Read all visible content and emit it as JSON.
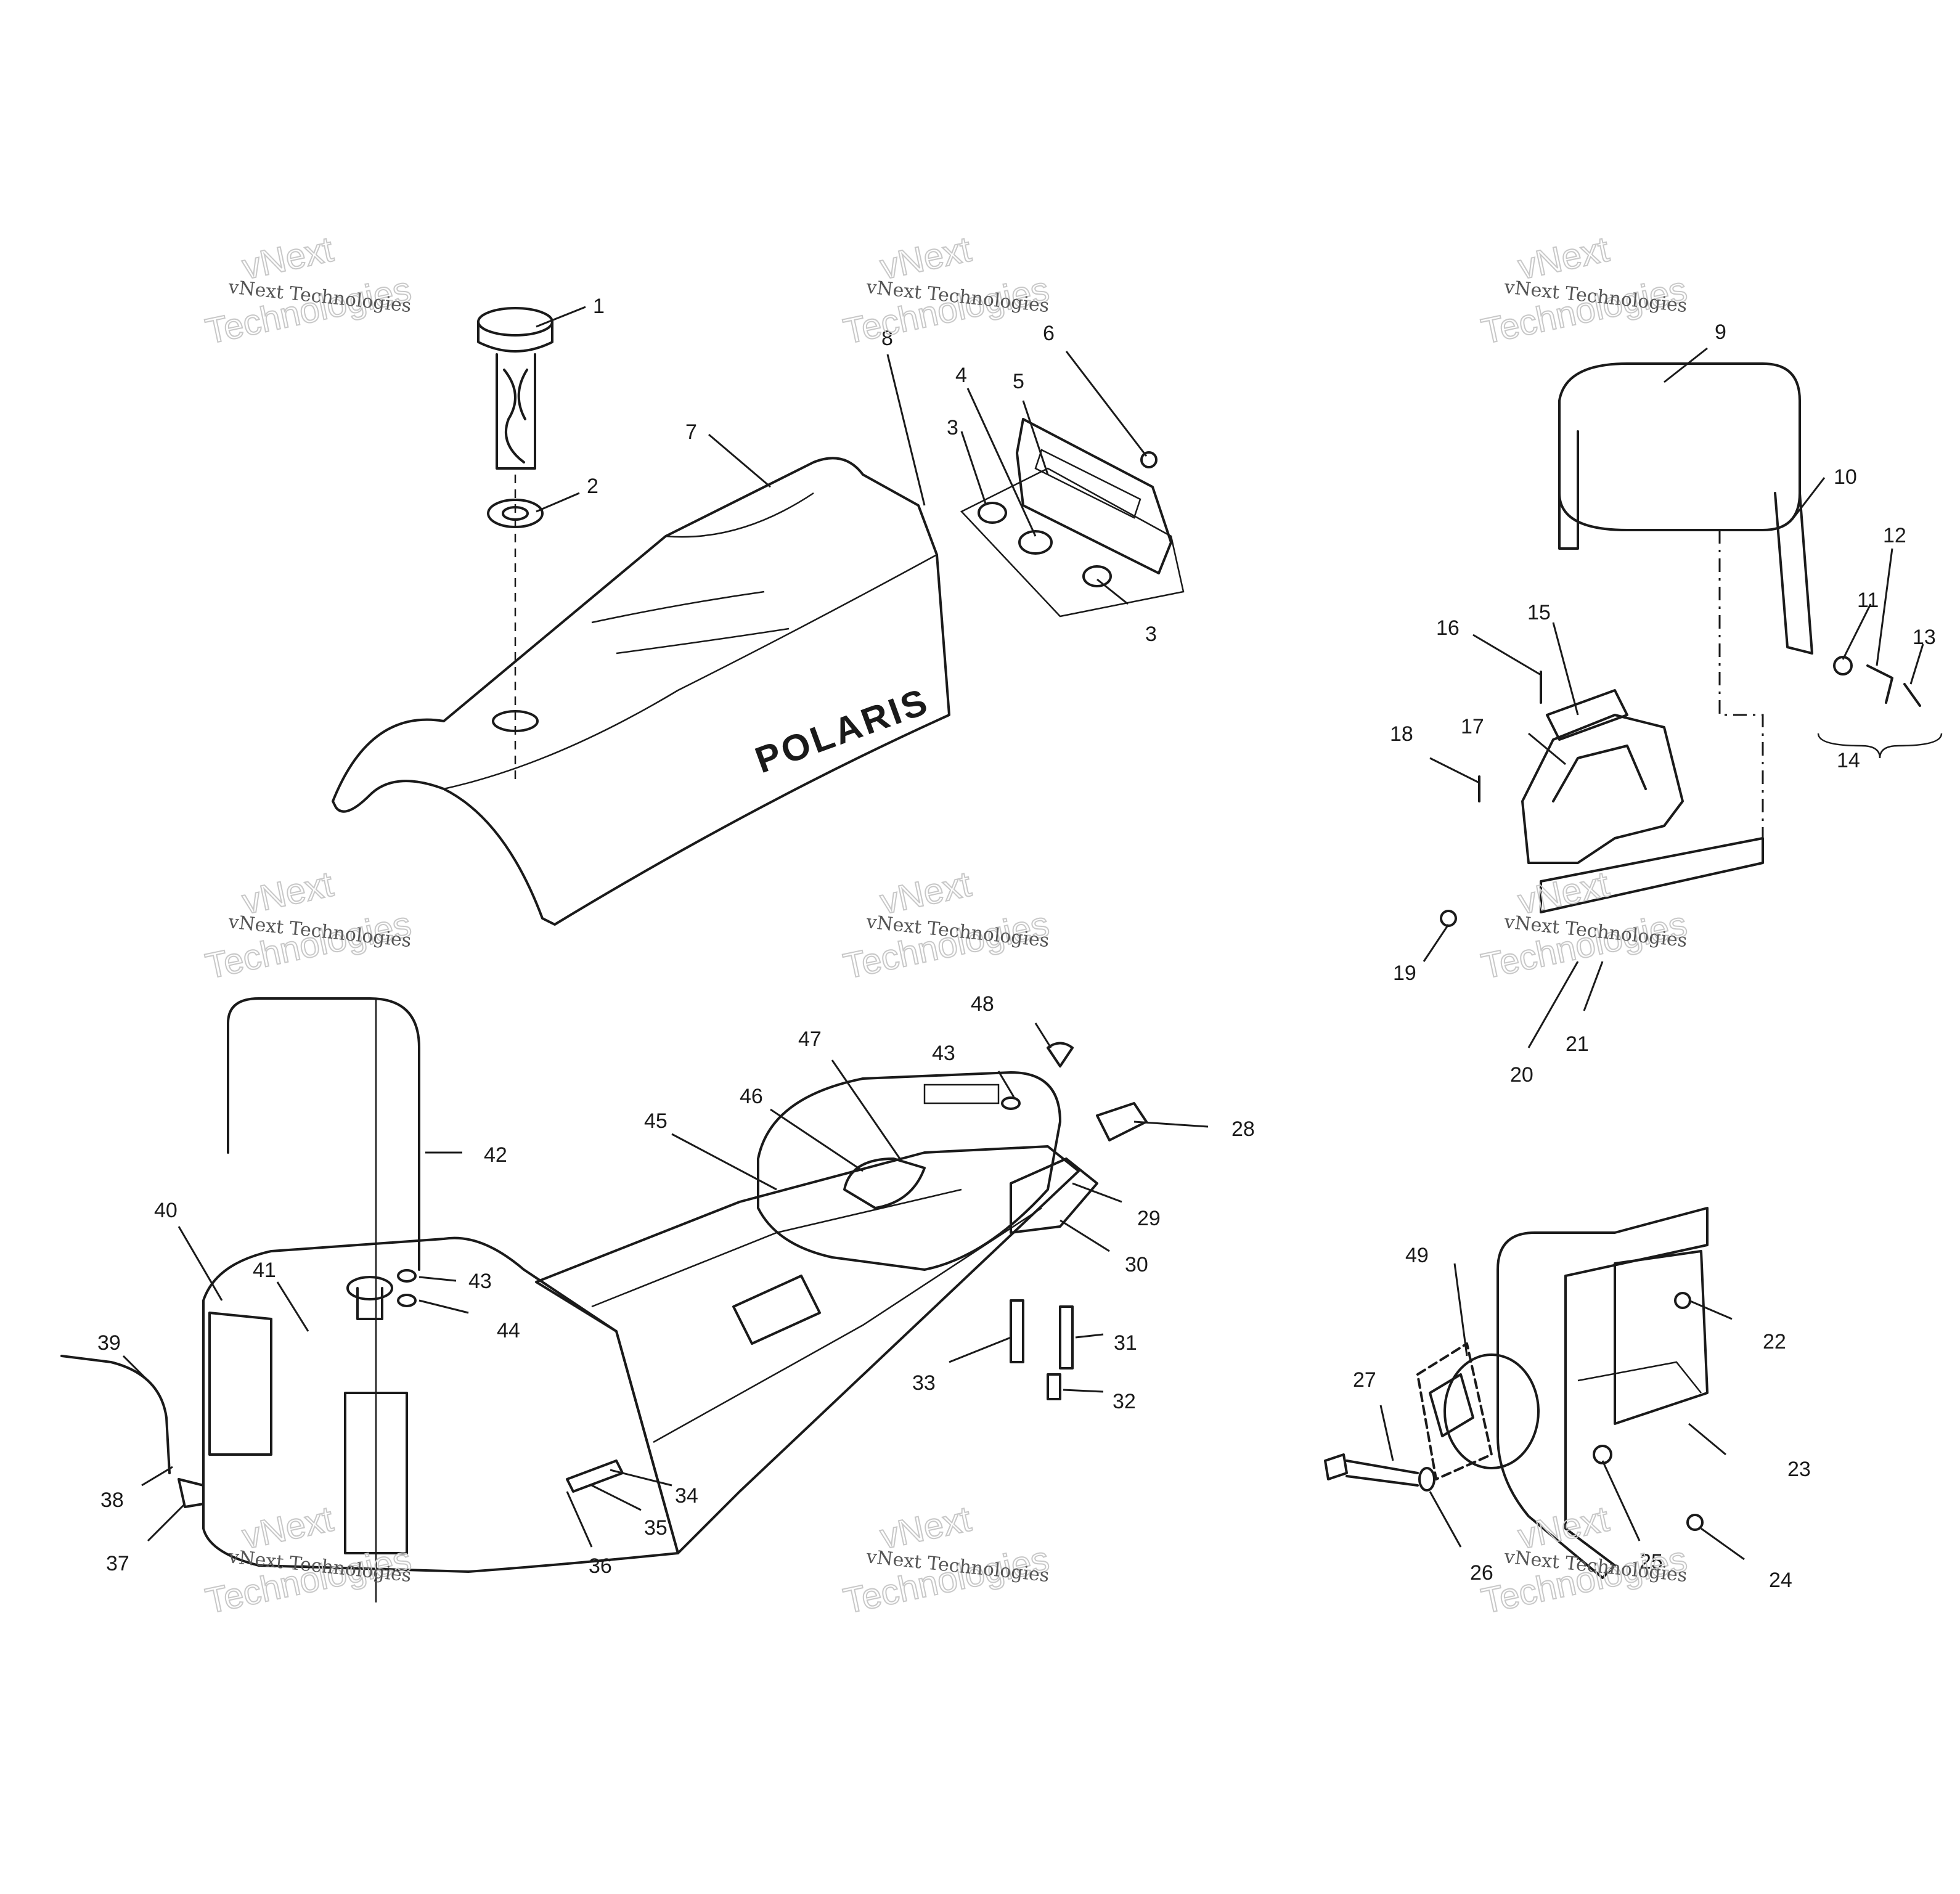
{
  "watermark": {
    "line1": "vNext",
    "line2": "Technologies",
    "caption": "vNext Technologies"
  },
  "brand_label": "POLARIS",
  "callouts": [
    "1",
    "2",
    "3",
    "3",
    "4",
    "5",
    "6",
    "7",
    "8",
    "9",
    "10",
    "11",
    "12",
    "13",
    "14",
    "15",
    "16",
    "17",
    "18",
    "19",
    "20",
    "21",
    "22",
    "23",
    "24",
    "25",
    "26",
    "27",
    "28",
    "29",
    "30",
    "31",
    "32",
    "33",
    "34",
    "35",
    "36",
    "37",
    "38",
    "39",
    "40",
    "41",
    "42",
    "43",
    "43",
    "44",
    "45",
    "46",
    "47",
    "48",
    "49"
  ]
}
